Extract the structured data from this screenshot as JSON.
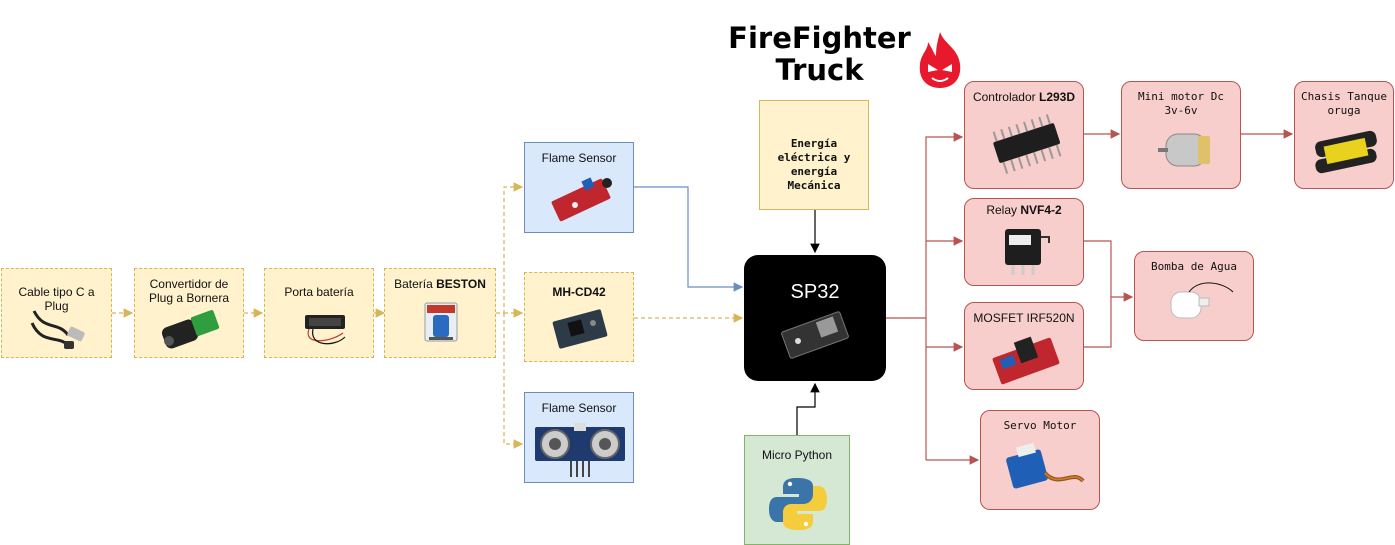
{
  "title": {
    "line1": "FireFighter",
    "line2": "Truck"
  },
  "brand": {
    "icon": "flame-devil-icon",
    "color": "#e8192c"
  },
  "nodes": {
    "cable": {
      "label": "Cable tipo C a Plug",
      "icon": "usb-cable-icon"
    },
    "converter": {
      "label": "Convertidor de Plug a Bornera",
      "icon": "dc-jack-adapter-icon"
    },
    "holder": {
      "label": "Porta batería",
      "icon": "battery-holder-icon"
    },
    "battery": {
      "label_prefix": "Batería ",
      "label_bold": "BESTON",
      "icon": "battery-icon"
    },
    "flame1": {
      "label": "Flame Sensor",
      "icon": "flame-sensor-module-icon"
    },
    "mhcd42": {
      "label": "MH-CD42",
      "icon": "charger-module-icon"
    },
    "flame2": {
      "label": "Flame Sensor",
      "icon": "ultrasonic-sensor-icon"
    },
    "energy": {
      "label": "Energía eléctrica y energía Mecánica"
    },
    "sp32": {
      "label": "SP32",
      "icon": "esp32-board-icon"
    },
    "python": {
      "label": "Micro Python",
      "icon": "python-logo-icon"
    },
    "l293d": {
      "label_prefix": "Controlador ",
      "label_bold": "L293D",
      "icon": "ic-chip-icon"
    },
    "motor": {
      "label": "Mini  motor Dc 3v-6v",
      "icon": "dc-motor-icon"
    },
    "chassis": {
      "label": "Chasis Tanque oruga",
      "icon": "tank-chassis-icon"
    },
    "relay": {
      "label_prefix": "Relay ",
      "label_bold": "NVF4-2",
      "icon": "relay-icon"
    },
    "pump": {
      "label": "Bomba de Agua",
      "icon": "water-pump-icon"
    },
    "mosfet": {
      "label": "MOSFET IRF520N",
      "icon": "mosfet-module-icon"
    },
    "servo": {
      "label": "Servo Motor",
      "icon": "servo-icon"
    }
  },
  "colors": {
    "power_wire": "#d6b656",
    "signal_wire": "#6c8ebf",
    "output_wire": "#b85450",
    "input_wire": "#000000"
  }
}
